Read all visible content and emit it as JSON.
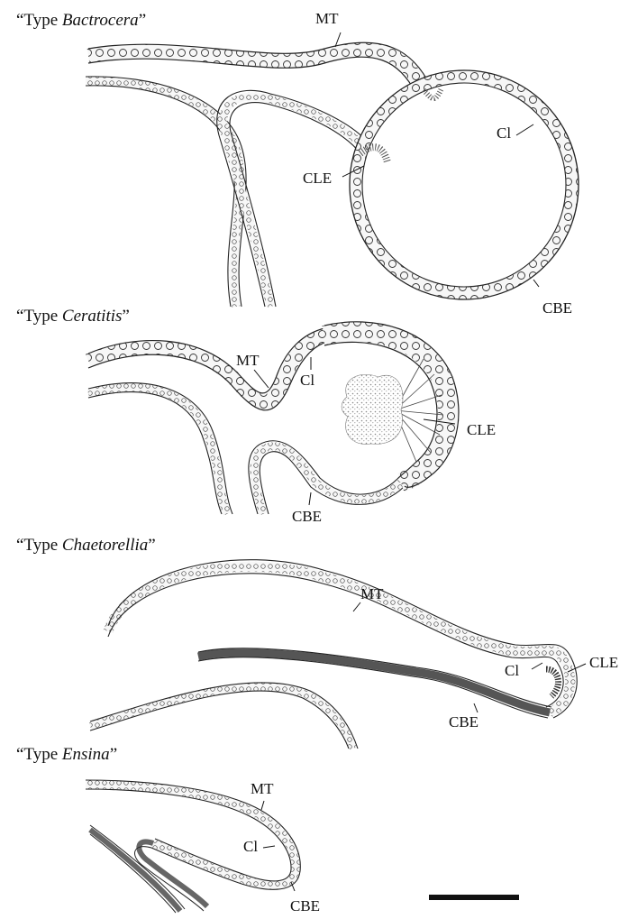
{
  "panels": [
    {
      "title_prefix": "“Type ",
      "title_genus": "Bactrocera",
      "title_suffix": "”",
      "labels": {
        "mt": "MT",
        "ci": "Cl",
        "cle": "CLE",
        "cbe": "CBE"
      }
    },
    {
      "title_prefix": "“Type ",
      "title_genus": "Ceratitis",
      "title_suffix": "”",
      "labels": {
        "mt": "MT",
        "ci": "Cl",
        "cle": "CLE",
        "cbe": "CBE"
      }
    },
    {
      "title_prefix": "“Type ",
      "title_genus": "Chaetorellia",
      "title_suffix": "”",
      "labels": {
        "mt": "MT",
        "ci": "Cl",
        "cle": "CLE",
        "cbe": "CBE"
      }
    },
    {
      "title_prefix": "“Type ",
      "title_genus": "Ensina",
      "title_suffix": "”",
      "labels": {
        "mt": "MT",
        "ci": "Cl",
        "cbe": "CBE"
      }
    }
  ],
  "colors": {
    "ink": "#111111",
    "tissue_fill": "#f4f4f4",
    "stipple": "#9a9a9a"
  }
}
